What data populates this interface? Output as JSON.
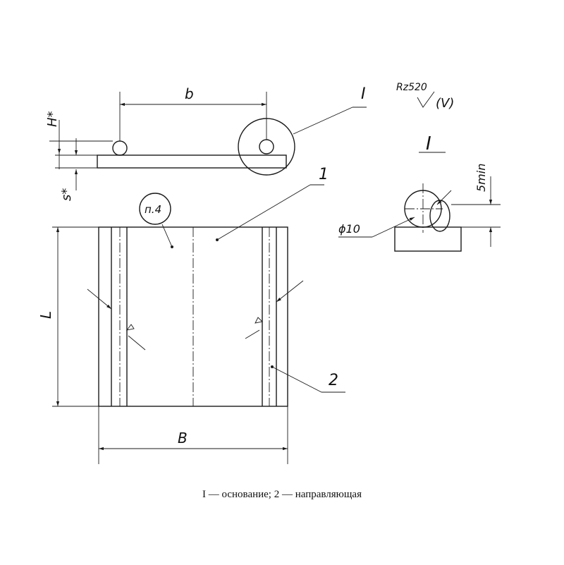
{
  "labels": {
    "dim_b": "b",
    "leader_I": "I",
    "roughness": "Rz520",
    "roughness_sub": "(V)",
    "detail_I": "I",
    "dim_H": "H*",
    "dim_s": "s*",
    "leader_1": "1",
    "note_p4": "п.4",
    "dim_L": "L",
    "leader_2": "2",
    "dim_B": "B",
    "dim_5min": "5min",
    "dim_phi10": "ϕ10"
  },
  "caption": "I — основание;  2 — направляющая"
}
